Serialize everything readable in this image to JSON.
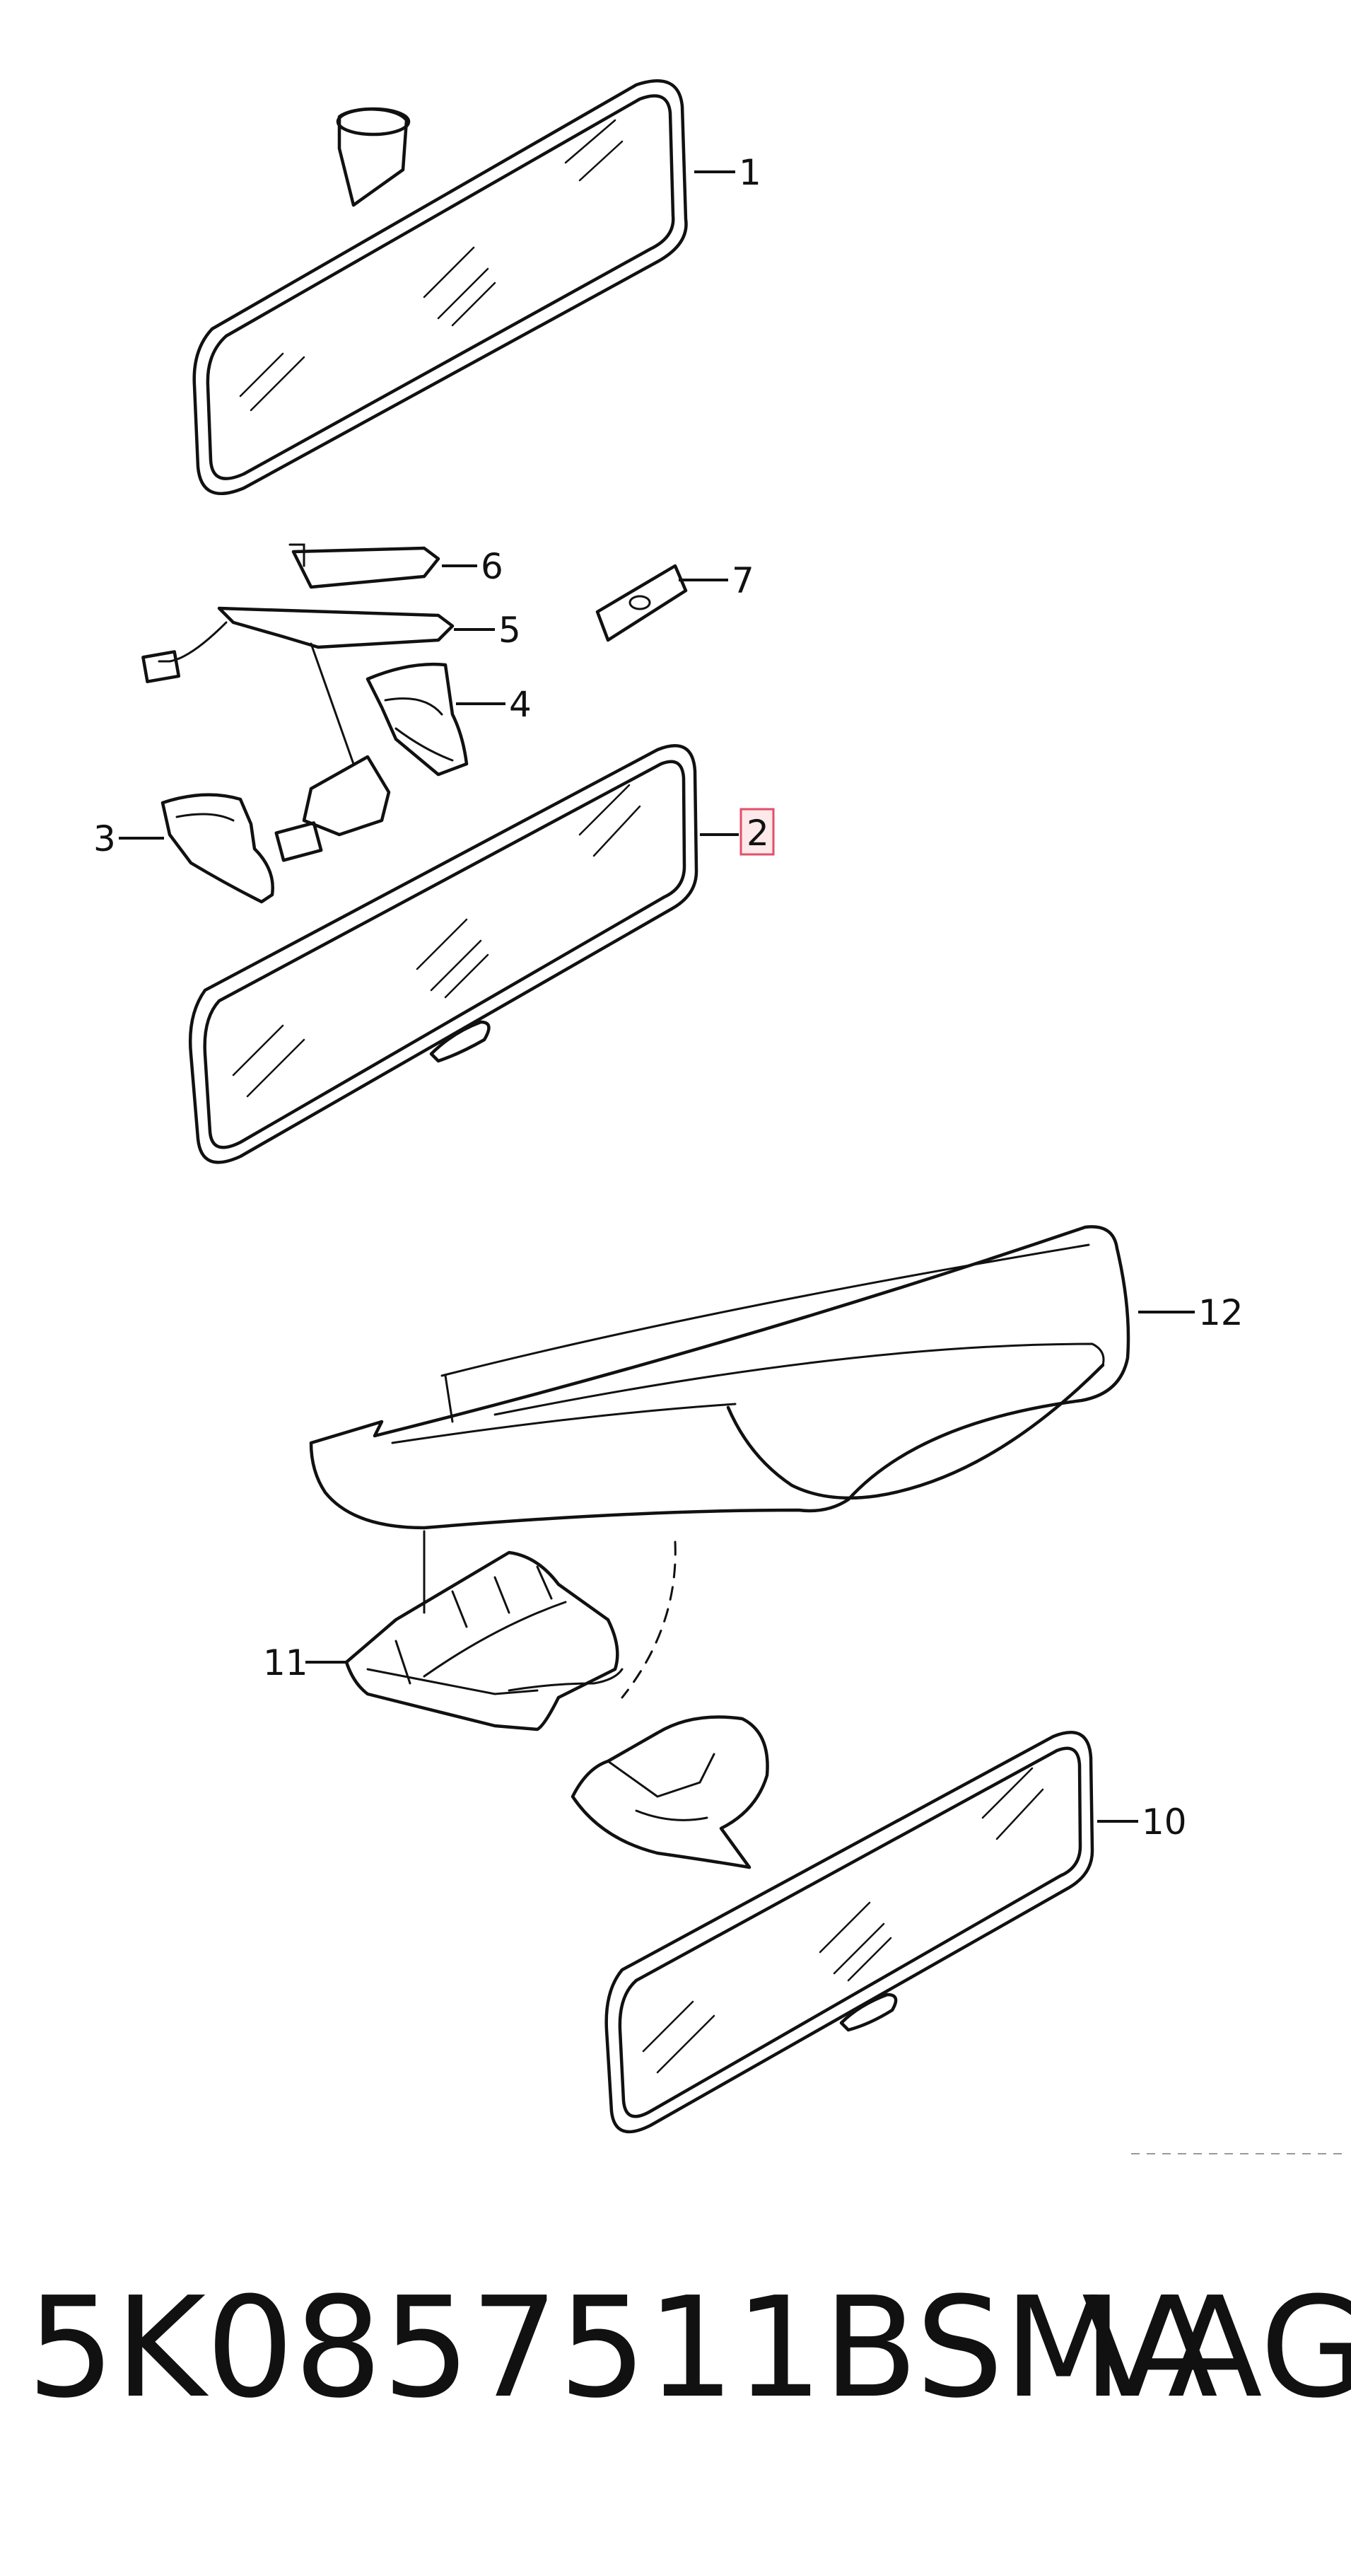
{
  "diagram": {
    "callouts": [
      {
        "id": "c1",
        "label": "1"
      },
      {
        "id": "c2",
        "label": "2",
        "highlighted": true
      },
      {
        "id": "c3",
        "label": "3"
      },
      {
        "id": "c4",
        "label": "4"
      },
      {
        "id": "c5",
        "label": "5"
      },
      {
        "id": "c6",
        "label": "6"
      },
      {
        "id": "c7",
        "label": "7"
      },
      {
        "id": "c10",
        "label": "10"
      },
      {
        "id": "c11",
        "label": "11"
      },
      {
        "id": "c12",
        "label": "12"
      }
    ],
    "highlight_color": "#e0506a"
  },
  "footer": {
    "part_number": "5K0857511BSMA",
    "brand": "VAG"
  }
}
